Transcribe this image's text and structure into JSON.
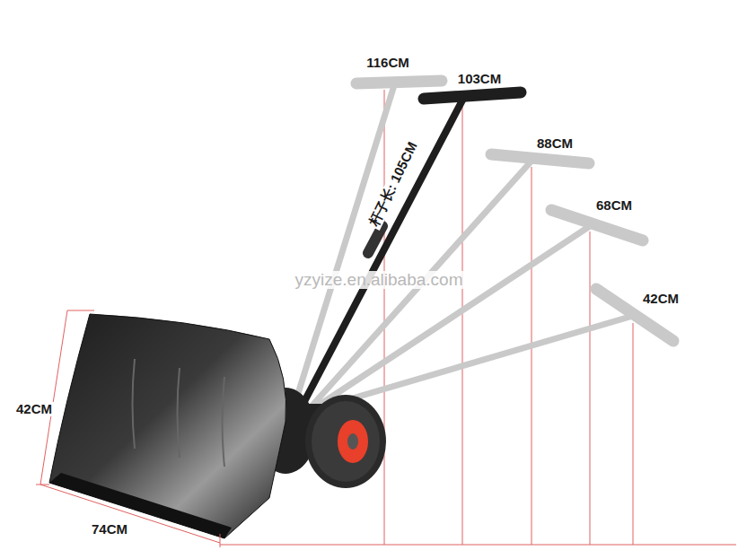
{
  "diagram": {
    "labels": [
      "116CM",
      "103CM",
      "杆子长: 105CM",
      "88CM",
      "68CM",
      "42CM",
      "42CM",
      "74CM",
      "yzyize.en.alibaba.com"
    ]
  }
}
